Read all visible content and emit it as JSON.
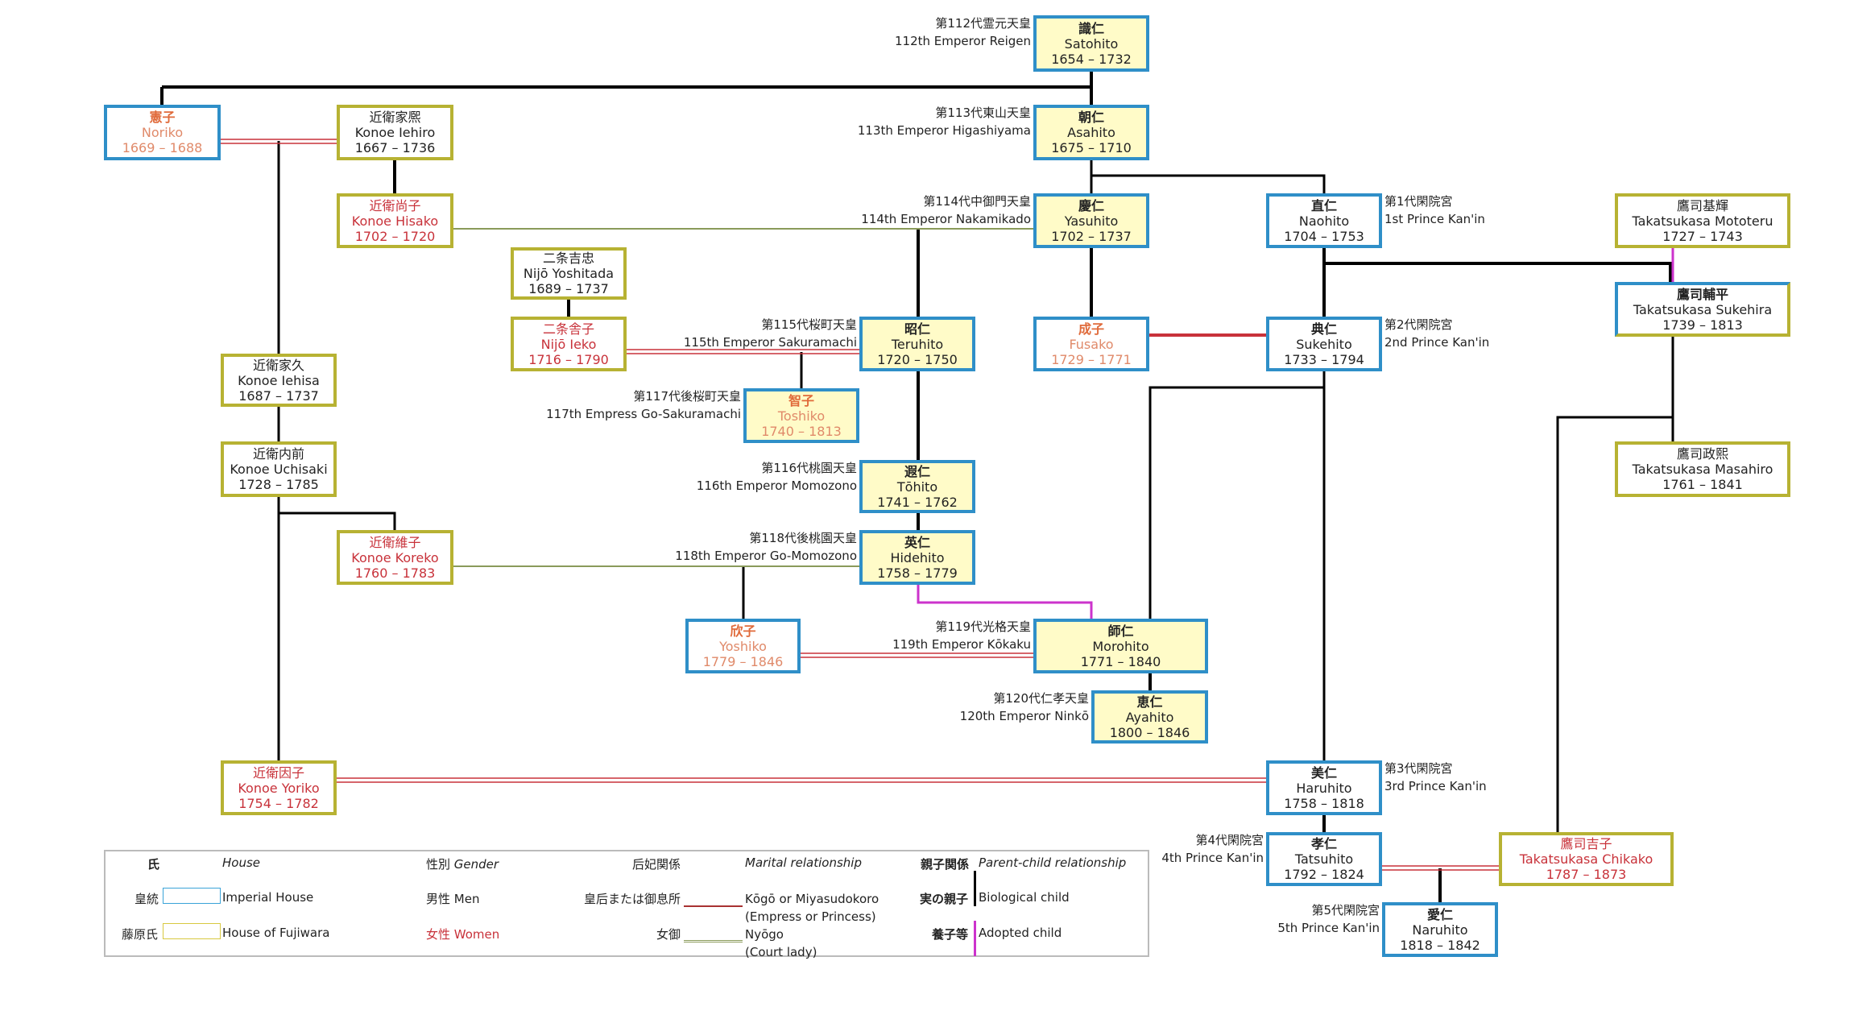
{
  "colors": {
    "imperial_border": "#2f8fc8",
    "fujiwara_border": "#b7b233",
    "emperor_fill": "#fffbc8",
    "woman_text": "#c8323a",
    "imperial_woman_text": "#e08a6a",
    "biological_line": "#000000",
    "adopted_line": "#cc33cc",
    "kogo_line": "#c8323a",
    "nyogo_line": "#8a9a5a"
  },
  "people": {
    "satohito": {
      "kanji": "識仁",
      "name": "Satohito",
      "years": "1654 – 1732",
      "title_jp": "第112代霊元天皇",
      "title_en": "112th Emperor Reigen"
    },
    "asahito": {
      "kanji": "朝仁",
      "name": "Asahito",
      "years": "1675 – 1710",
      "title_jp": "第113代東山天皇",
      "title_en": "113th Emperor Higashiyama"
    },
    "noriko": {
      "kanji": "憲子",
      "name": "Noriko",
      "years": "1669 – 1688"
    },
    "iehiro": {
      "kanji": "近衛家熈",
      "name": "Konoe Iehiro",
      "years": "1667 – 1736"
    },
    "hisako": {
      "kanji": "近衛尚子",
      "name": "Konoe Hisako",
      "years": "1702 – 1720"
    },
    "yasuhito": {
      "kanji": "慶仁",
      "name": "Yasuhito",
      "years": "1702 – 1737",
      "title_jp": "第114代中御門天皇",
      "title_en": "114th Emperor Nakamikado"
    },
    "naohito": {
      "kanji": "直仁",
      "name": "Naohito",
      "years": "1704 – 1753",
      "title_jp": "第1代閑院宮",
      "title_en": "1st Prince Kan'in"
    },
    "mototeru": {
      "kanji": "鷹司基輝",
      "name": "Takatsukasa Mototeru",
      "years": "1727 – 1743"
    },
    "yoshitada": {
      "kanji": "二条吉忠",
      "name": "Nijō Yoshitada",
      "years": "1689 – 1737"
    },
    "ieko": {
      "kanji": "二条舎子",
      "name": "Nijō Ieko",
      "years": "1716 – 1790"
    },
    "teruhito": {
      "kanji": "昭仁",
      "name": "Teruhito",
      "years": "1720 – 1750",
      "title_jp": "第115代桜町天皇",
      "title_en": "115th Emperor Sakuramachi"
    },
    "fusako": {
      "kanji": "成子",
      "name": "Fusako",
      "years": "1729 – 1771"
    },
    "sukehito": {
      "kanji": "典仁",
      "name": "Sukehito",
      "years": "1733 – 1794",
      "title_jp": "第2代閑院宮",
      "title_en": "2nd Prince Kan'in"
    },
    "sukehira": {
      "kanji": "鷹司輔平",
      "name": "Takatsukasa Sukehira",
      "years": "1739 – 1813"
    },
    "iehisa": {
      "kanji": "近衛家久",
      "name": "Konoe Iehisa",
      "years": "1687 – 1737"
    },
    "toshiko": {
      "kanji": "智子",
      "name": "Toshiko",
      "years": "1740 – 1813",
      "title_jp": "第117代後桜町天皇",
      "title_en": "117th Empress Go-Sakuramachi"
    },
    "uchisaki": {
      "kanji": "近衛内前",
      "name": "Konoe Uchisaki",
      "years": "1728 – 1785"
    },
    "masahiro": {
      "kanji": "鷹司政熙",
      "name": "Takatsukasa Masahiro",
      "years": "1761 – 1841"
    },
    "tohito": {
      "kanji": "遐仁",
      "name": "Tōhito",
      "years": "1741 – 1762",
      "title_jp": "第116代桃園天皇",
      "title_en": "116th Emperor Momozono"
    },
    "koreko": {
      "kanji": "近衛維子",
      "name": "Konoe Koreko",
      "years": "1760 – 1783"
    },
    "hidehito": {
      "kanji": "英仁",
      "name": "Hidehito",
      "years": "1758 – 1779",
      "title_jp": "第118代後桃園天皇",
      "title_en": "118th Emperor Go-Momozono"
    },
    "yoshiko": {
      "kanji": "欣子",
      "name": "Yoshiko",
      "years": "1779 – 1846"
    },
    "morohito": {
      "kanji": "師仁",
      "name": "Morohito",
      "years": "1771 – 1840",
      "title_jp": "第119代光格天皇",
      "title_en": "119th Emperor Kōkaku"
    },
    "ayahito": {
      "kanji": "恵仁",
      "name": "Ayahito",
      "years": "1800 – 1846",
      "title_jp": "第120代仁孝天皇",
      "title_en": "120th Emperor Ninkō"
    },
    "yoriko": {
      "kanji": "近衛因子",
      "name": "Konoe Yoriko",
      "years": "1754 – 1782"
    },
    "haruhito": {
      "kanji": "美仁",
      "name": "Haruhito",
      "years": "1758 – 1818",
      "title_jp": "第3代閑院宮",
      "title_en": "3rd Prince Kan'in"
    },
    "tatsuhito": {
      "kanji": "孝仁",
      "name": "Tatsuhito",
      "years": "1792 – 1824",
      "title_jp": "第4代閑院宮",
      "title_en": "4th Prince Kan'in"
    },
    "chikako": {
      "kanji": "鷹司吉子",
      "name": "Takatsukasa Chikako",
      "years": "1787 – 1873"
    },
    "naruhito": {
      "kanji": "愛仁",
      "name": "Naruhito",
      "years": "1818 – 1842",
      "title_jp": "第5代閑院宮",
      "title_en": "5th Prince Kan'in"
    }
  },
  "legend": {
    "house_jp": "氏",
    "house_en": "House",
    "imperial_jp": "皇統",
    "imperial_en": "Imperial House",
    "fujiwara_jp": "藤原氏",
    "fujiwara_en": "House of Fujiwara",
    "gender_heading": "性別",
    "gender_en": "Gender",
    "men": "男性 Men",
    "women": "女性 Women",
    "marital_jp": "后妃関係",
    "marital_en": "Marital relationship",
    "kogo_jp": "皇后または御息所",
    "kogo_en_1": "Kōgō or Miyasudokoro",
    "kogo_en_2": "(Empress or Princess)",
    "nyogo_jp": "女御",
    "nyogo_en_1": "Nyōgo",
    "nyogo_en_2": "(Court lady)",
    "parent_jp": "親子関係",
    "parent_en": "Parent-child relationship",
    "bio_jp": "実の親子",
    "bio_en": "Biological child",
    "adopt_jp": "養子等",
    "adopt_en": "Adopted child"
  }
}
